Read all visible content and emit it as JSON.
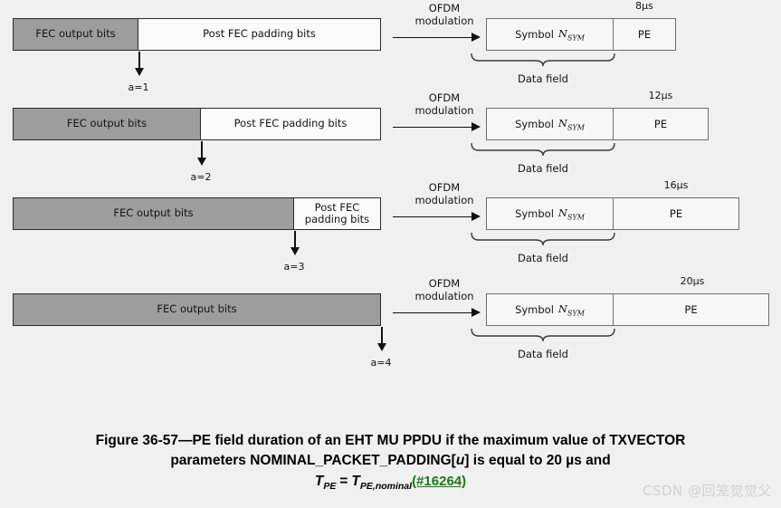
{
  "figure": {
    "background_color": "#f0f0f0",
    "fec_fill_color": "#9d9d9d",
    "padding_fill_color": "#fbfbfb",
    "box_fill_color": "#f7f7f7",
    "link_color": "#1a7a1a"
  },
  "labels": {
    "fec_output_bits": "FEC output bits",
    "post_fec_padding_bits": "Post FEC padding bits",
    "post_fec_padding_bits_wrapped": "Post FEC\npadding bits",
    "ofdm_modulation": "OFDM\nmodulation",
    "symbol": "Symbol",
    "nsym": "N",
    "nsym_sub": "SYM",
    "pe": "PE",
    "data_field": "Data field"
  },
  "rows": [
    {
      "a_label": "a=1",
      "duration": "8µs",
      "fec_width": 139,
      "padding_width": 268,
      "padding_text": "Post FEC padding bits",
      "symbol_width": 141,
      "pe_width": 69
    },
    {
      "a_label": "a=2",
      "duration": "12µs",
      "fec_width": 208,
      "padding_width": 199,
      "padding_text": "Post FEC padding bits",
      "symbol_width": 141,
      "pe_width": 105
    },
    {
      "a_label": "a=3",
      "duration": "16µs",
      "fec_width": 311,
      "padding_width": 96,
      "padding_text": "Post FEC\npadding bits",
      "symbol_width": 141,
      "pe_width": 139
    },
    {
      "a_label": "a=4",
      "duration": "20µs",
      "fec_width": 407,
      "padding_width": 0,
      "padding_text": "",
      "symbol_width": 141,
      "pe_width": 172
    }
  ],
  "caption": {
    "line1": "Figure 36-57—PE field duration of an EHT MU PPDU if the maximum value of TXVECTOR",
    "line2_a": "parameters NOMINAL_PACKET_PADDING[",
    "line2_var": "u",
    "line2_b": "] is equal to 20 µs and",
    "formula_t1": "T",
    "formula_t1_sub": "PE",
    "formula_eq": "=",
    "formula_t2": "T",
    "formula_t2_sub": "PE,nominal",
    "change_ref": "(#16264)"
  },
  "watermark": {
    "text": "CSDN @回笼觉觉父"
  }
}
